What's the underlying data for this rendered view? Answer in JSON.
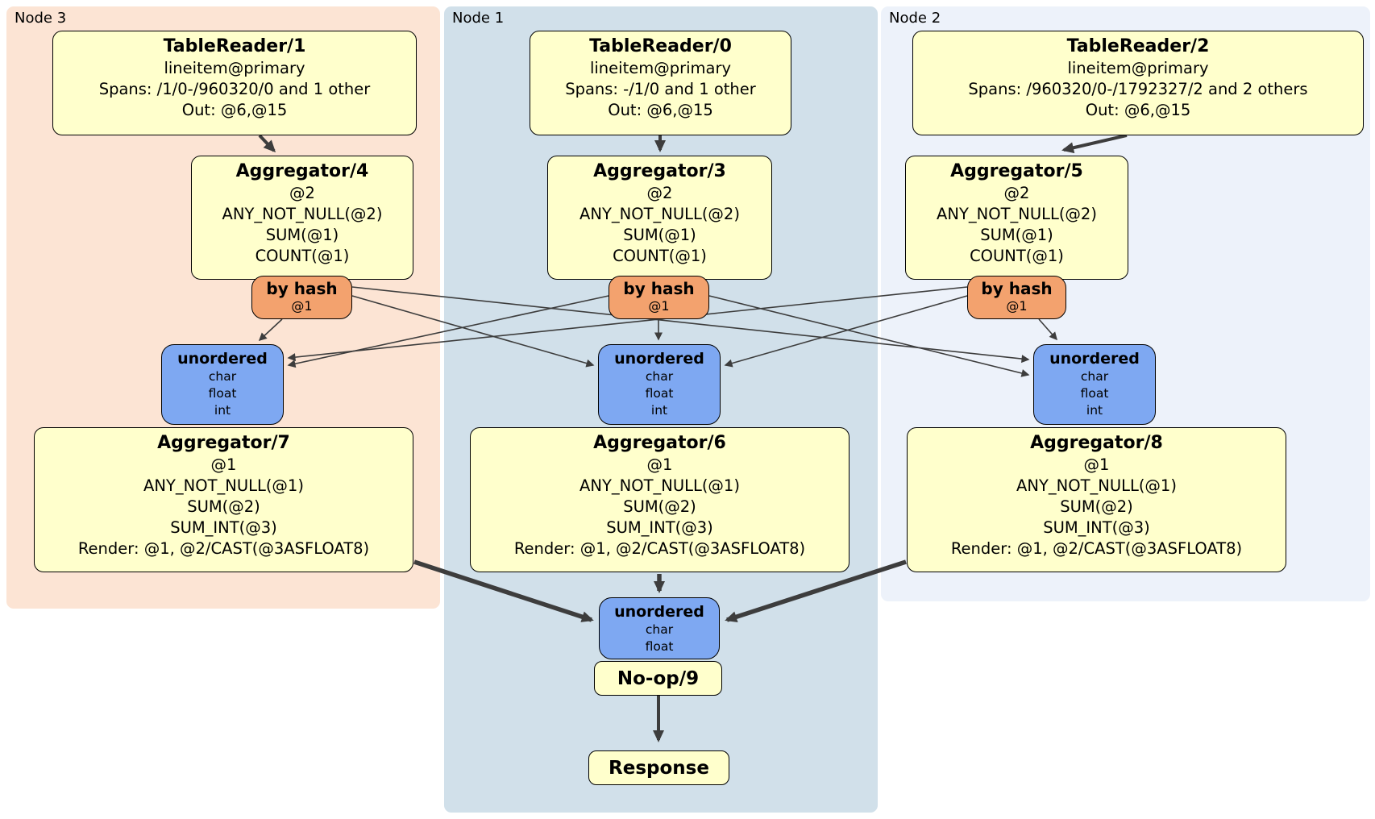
{
  "title": "DistSQL physical plan diagram",
  "colors": {
    "processor_fill": "#ffffcc",
    "router_fill": "#f3a26e",
    "sync_fill": "#7ea8f2",
    "node3_bg": "#fce4d4",
    "node1_bg": "#d1e0ea",
    "node2_bg": "#edf2fa",
    "edge": "#3d3d3d"
  },
  "node3": {
    "label": "Node 3",
    "tablereader": {
      "title": "TableReader/1",
      "lines": [
        "lineitem@primary",
        "Spans: /1/0-/960320/0 and 1 other",
        "Out: @6,@15"
      ]
    },
    "agg_top": {
      "title": "Aggregator/4",
      "lines": [
        "@2",
        "ANY_NOT_NULL(@2)",
        "SUM(@1)",
        "COUNT(@1)"
      ]
    },
    "byhash": {
      "title": "by hash",
      "key": "@1"
    },
    "sync": {
      "title": "unordered",
      "items": [
        "char",
        "float",
        "int"
      ]
    },
    "agg_bottom": {
      "title": "Aggregator/7",
      "lines": [
        "@1",
        "ANY_NOT_NULL(@1)",
        "SUM(@2)",
        "SUM_INT(@3)",
        "Render: @1, @2/CAST(@3ASFLOAT8)"
      ]
    }
  },
  "node1": {
    "label": "Node 1",
    "tablereader": {
      "title": "TableReader/0",
      "lines": [
        "lineitem@primary",
        "Spans: -/1/0 and 1 other",
        "Out: @6,@15"
      ]
    },
    "agg_top": {
      "title": "Aggregator/3",
      "lines": [
        "@2",
        "ANY_NOT_NULL(@2)",
        "SUM(@1)",
        "COUNT(@1)"
      ]
    },
    "byhash": {
      "title": "by hash",
      "key": "@1"
    },
    "sync": {
      "title": "unordered",
      "items": [
        "char",
        "float",
        "int"
      ]
    },
    "agg_bottom": {
      "title": "Aggregator/6",
      "lines": [
        "@1",
        "ANY_NOT_NULL(@1)",
        "SUM(@2)",
        "SUM_INT(@3)",
        "Render: @1, @2/CAST(@3ASFLOAT8)"
      ]
    },
    "final_sync": {
      "title": "unordered",
      "items": [
        "char",
        "float"
      ]
    },
    "noop": {
      "title": "No-op/9"
    },
    "response": {
      "title": "Response"
    }
  },
  "node2": {
    "label": "Node 2",
    "tablereader": {
      "title": "TableReader/2",
      "lines": [
        "lineitem@primary",
        "Spans: /960320/0-/1792327/2 and 2 others",
        "Out: @6,@15"
      ]
    },
    "agg_top": {
      "title": "Aggregator/5",
      "lines": [
        "@2",
        "ANY_NOT_NULL(@2)",
        "SUM(@1)",
        "COUNT(@1)"
      ]
    },
    "byhash": {
      "title": "by hash",
      "key": "@1"
    },
    "sync": {
      "title": "unordered",
      "items": [
        "char",
        "float",
        "int"
      ]
    },
    "agg_bottom": {
      "title": "Aggregator/8",
      "lines": [
        "@1",
        "ANY_NOT_NULL(@1)",
        "SUM(@2)",
        "SUM_INT(@3)",
        "Render: @1, @2/CAST(@3ASFLOAT8)"
      ]
    }
  }
}
